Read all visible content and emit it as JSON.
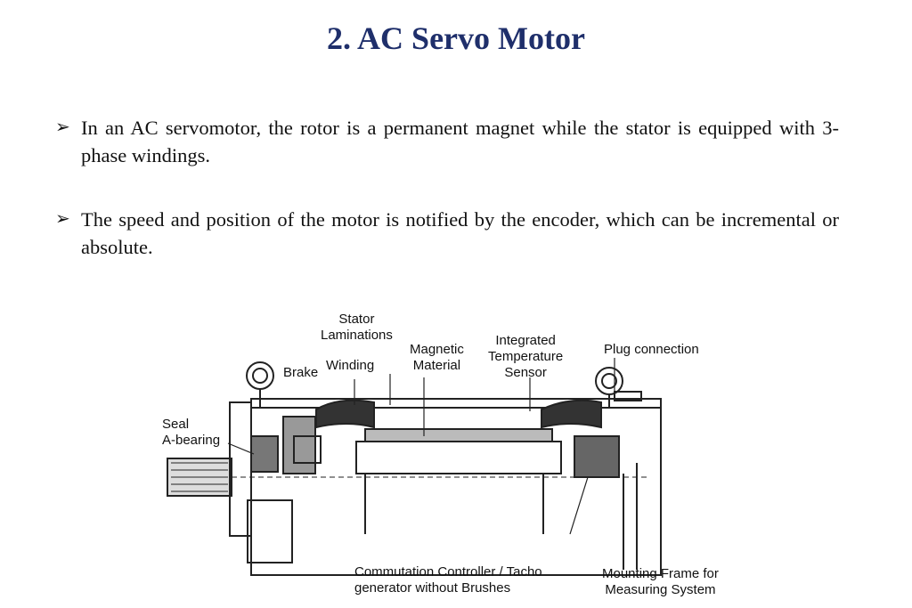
{
  "slide": {
    "title": "2. AC Servo Motor",
    "bullets": [
      {
        "marker": "➢",
        "text": "In an AC servomotor, the rotor is a permanent magnet while the stator is  equipped with 3-phase windings."
      },
      {
        "marker": "➢",
        "text": "The speed and position of the motor is  notified by the encoder, which can be incremental or absolute."
      }
    ]
  },
  "diagram": {
    "labels": {
      "stator_laminations": "Stator\nLaminations",
      "brake": "Brake",
      "winding": "Winding",
      "magnetic_material": "Magnetic\nMaterial",
      "temperature_sensor": "Integrated\nTemperature\nSensor",
      "plug_connection": "Plug connection",
      "seal_bearing": "Seal\nA-bearing",
      "commutation_controller": "Commutation Controller / Tacho\ngenerator without Brushes",
      "mounting_frame": "Mounting Frame for\nMeasuring System"
    }
  }
}
